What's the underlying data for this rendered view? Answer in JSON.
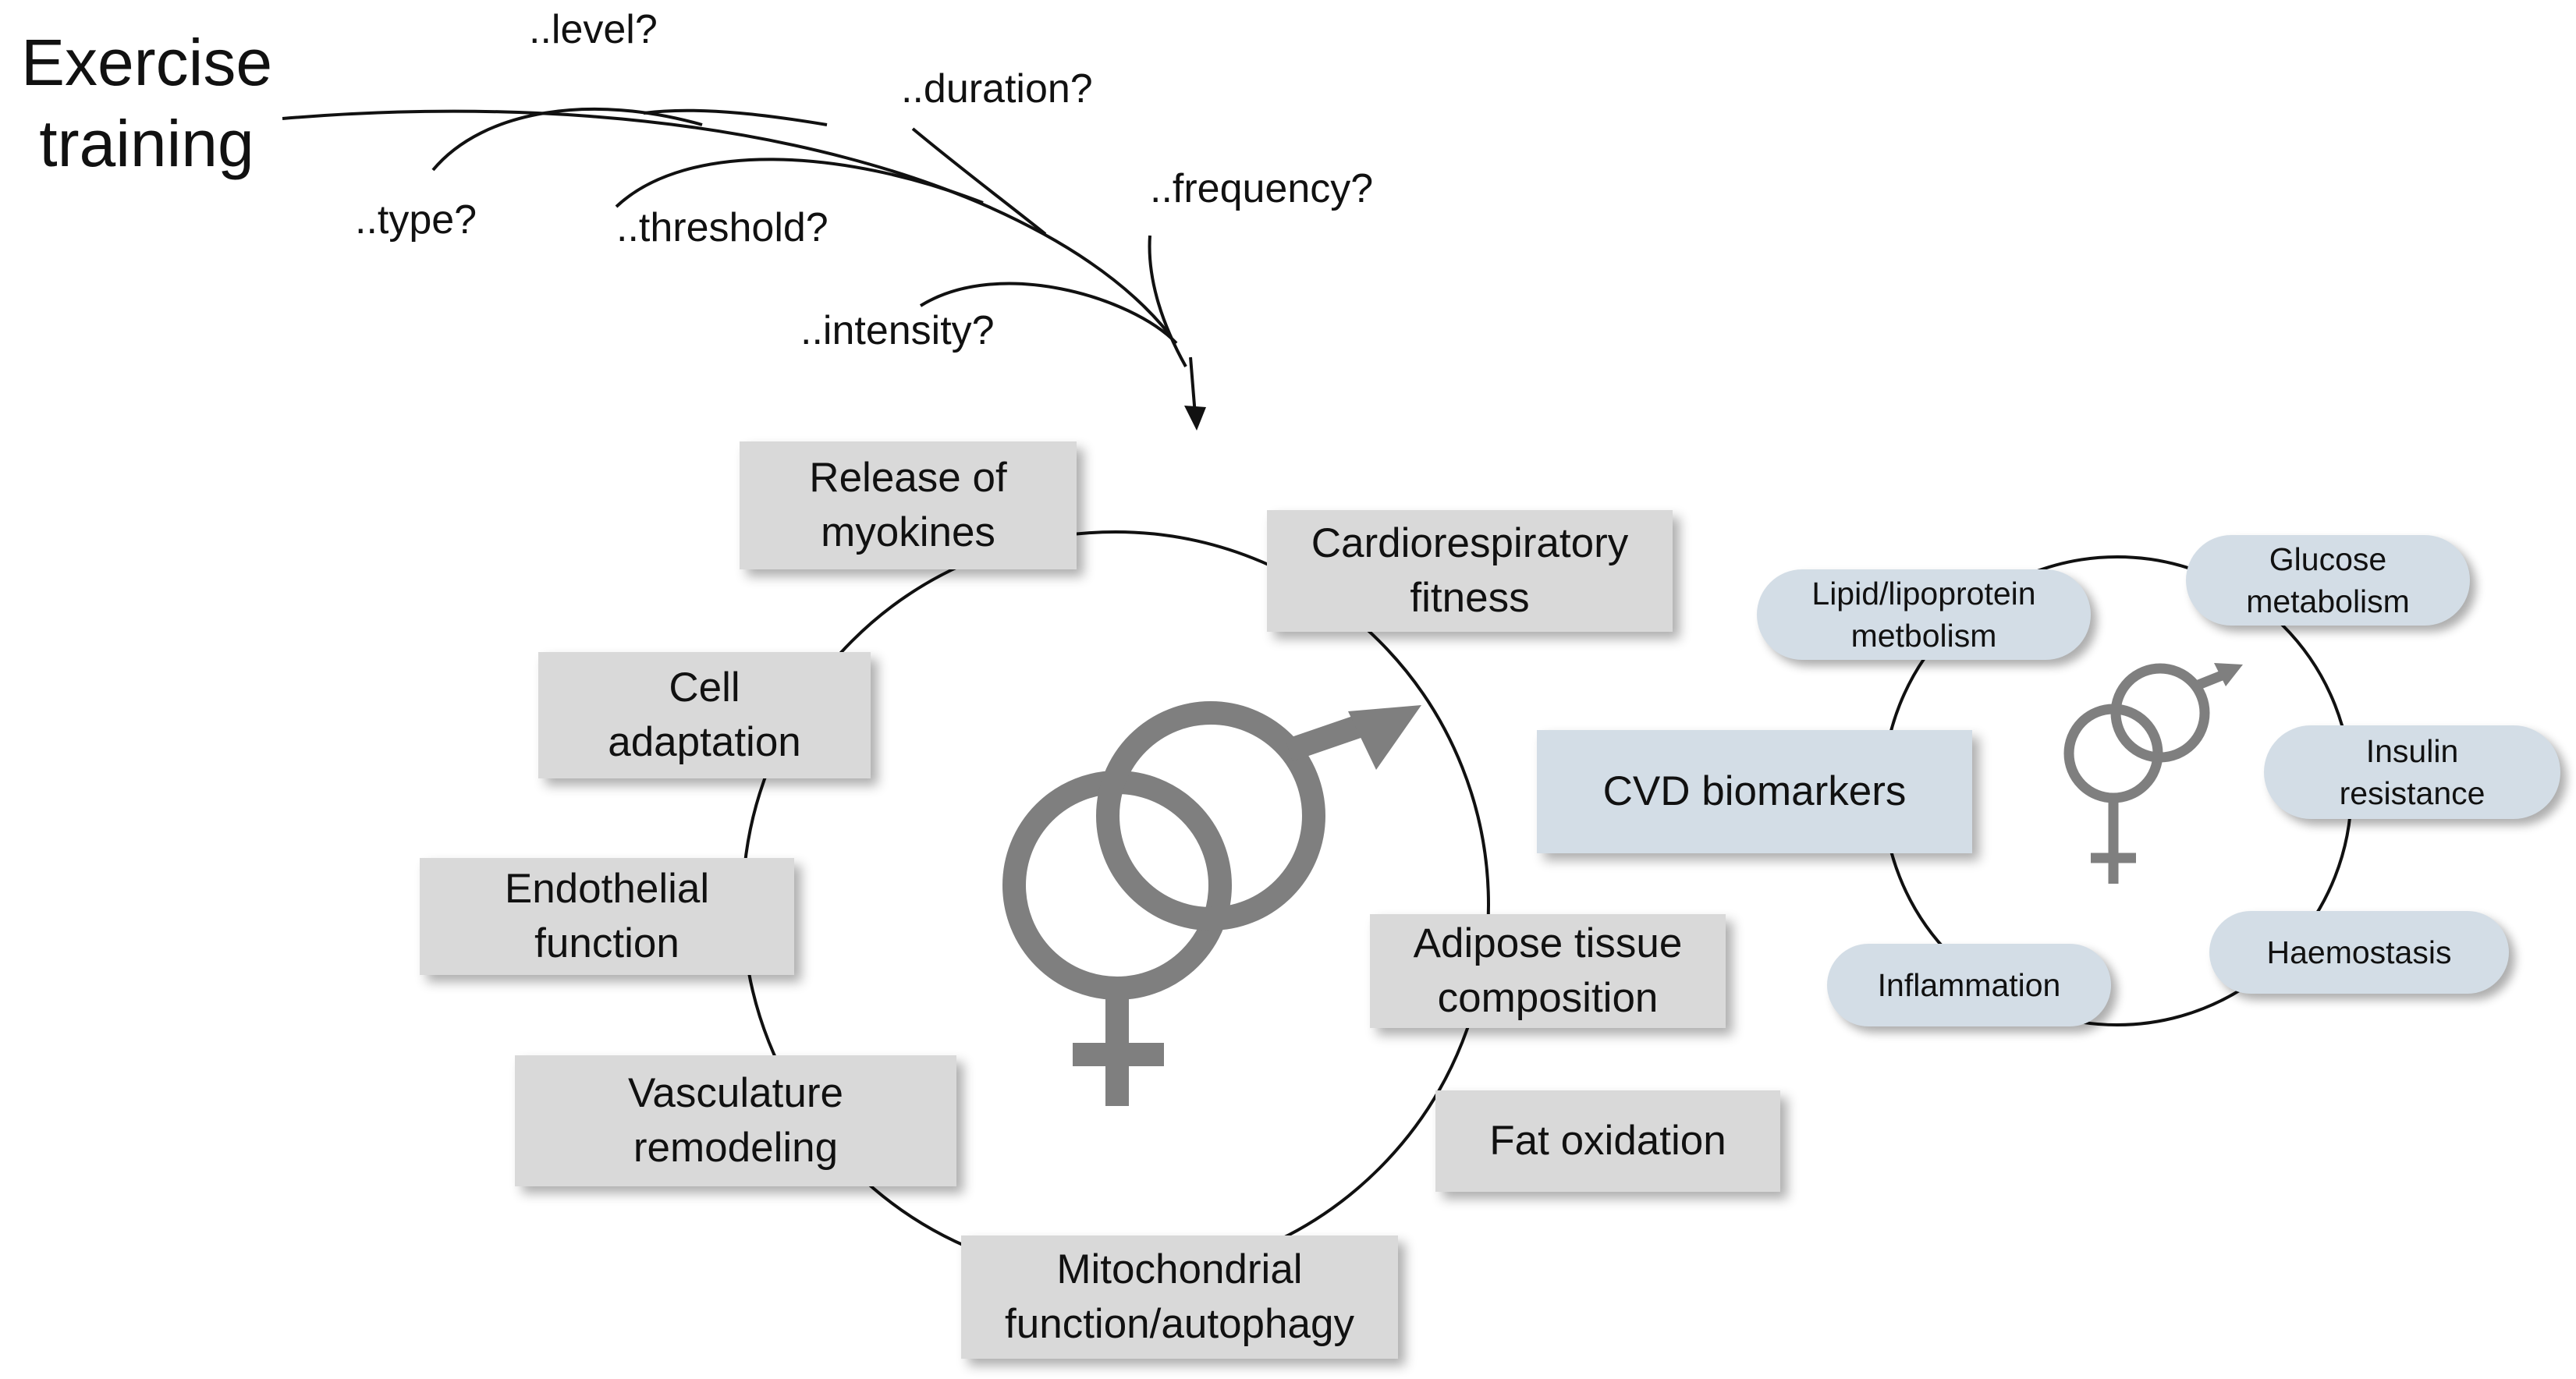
{
  "title": {
    "line1": "Exercise",
    "line2": "training"
  },
  "questions": {
    "level": "..level?",
    "duration": "..duration?",
    "frequency": "..frequency?",
    "type": "..type?",
    "threshold": "..threshold?",
    "intensity": "..intensity?"
  },
  "main_cycle": [
    {
      "id": "release-of-myokines",
      "line1": "Release of",
      "line2": "myokines"
    },
    {
      "id": "cardiorespiratory-fitness",
      "line1": "Cardiorespiratory",
      "line2": "fitness"
    },
    {
      "id": "cell-adaptation",
      "line1": "Cell",
      "line2": "adaptation"
    },
    {
      "id": "endothelial-function",
      "line1": "Endothelial",
      "line2": "function"
    },
    {
      "id": "vasculature-remodeling",
      "line1": "Vasculature",
      "line2": "remodeling"
    },
    {
      "id": "mitochondrial-function",
      "line1": "Mitochondrial",
      "line2": "function/autophagy"
    },
    {
      "id": "fat-oxidation",
      "line1": "Fat oxidation",
      "line2": ""
    },
    {
      "id": "adipose-tissue-composition",
      "line1": "Adipose tissue",
      "line2": "composition"
    }
  ],
  "cvd_box": "CVD biomarkers",
  "cvd_cycle": [
    {
      "id": "lipid-lipoprotein",
      "line1": "Lipid/lipoprotein",
      "line2": "metbolism"
    },
    {
      "id": "glucose-metabolism",
      "line1": "Glucose",
      "line2": "metabolism"
    },
    {
      "id": "insulin-resistance",
      "line1": "Insulin",
      "line2": "resistance"
    },
    {
      "id": "haemostasis",
      "line1": "Haemostasis",
      "line2": ""
    },
    {
      "id": "inflammation",
      "line1": "Inflammation",
      "line2": ""
    }
  ],
  "colors": {
    "box_fill": "#d9d9d9",
    "biomarker_fill": "#d3dde6",
    "symbol": "#7f7f7f",
    "line": "#111111"
  },
  "icons": [
    "female-symbol-icon",
    "male-symbol-icon",
    "arrow-down-icon"
  ]
}
